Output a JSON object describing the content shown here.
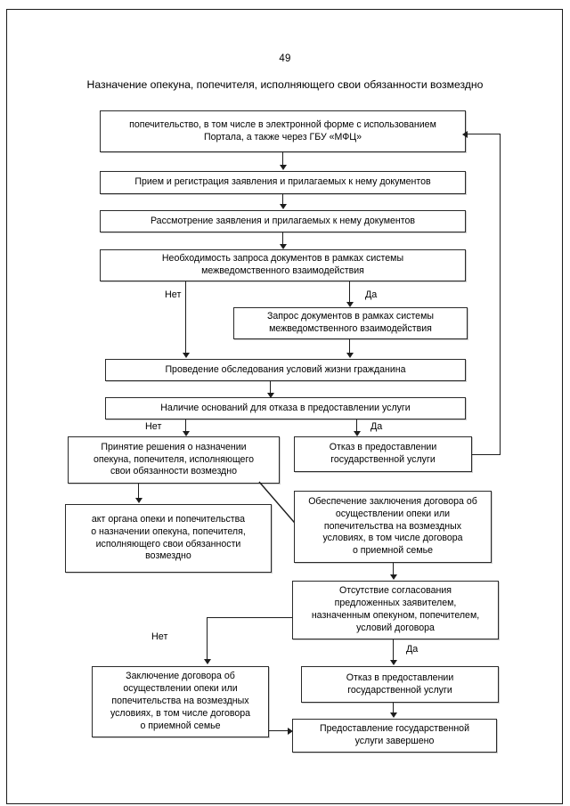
{
  "page": {
    "number": "49",
    "title": "Назначение опекуна, попечителя, исполняющего свои обязанности возмездно"
  },
  "chart_data": {
    "type": "flowchart",
    "title": "Назначение опекуна, попечителя, исполняющего свои обязанности возмездно",
    "nodes": [
      {
        "id": "n1",
        "label": "попечительство, в том числе в электронной форме с использованием Портала, а также через ГБУ «МФЦ»",
        "lines": [
          "попечительство, в том числе в электронной форме с использованием",
          "Портала, а также через ГБУ «МФЦ»"
        ]
      },
      {
        "id": "n2",
        "label": "Прием и регистрация заявления и прилагаемых к нему документов",
        "lines": [
          "Прием и регистрация заявления и прилагаемых к нему документов"
        ]
      },
      {
        "id": "n3",
        "label": "Рассмотрение заявления и прилагаемых к нему документов",
        "lines": [
          "Рассмотрение заявления и прилагаемых к нему документов"
        ]
      },
      {
        "id": "n4",
        "label": "Необходимость запроса документов в рамках системы межведомственного взаимодействия",
        "lines": [
          "Необходимость запроса документов в рамках системы",
          "межведомственного взаимодействия"
        ]
      },
      {
        "id": "n5",
        "label": "Запрос документов в рамках системы межведомственного взаимодействия",
        "lines": [
          "Запрос документов в рамках системы",
          "межведомственного взаимодействия"
        ]
      },
      {
        "id": "n6",
        "label": "Проведение обследования условий жизни гражданина",
        "lines": [
          "Проведение обследования условий жизни гражданина"
        ]
      },
      {
        "id": "n7",
        "label": "Наличие оснований для отказа в предоставлении услуги",
        "lines": [
          "Наличие оснований для отказа в предоставлении услуги"
        ]
      },
      {
        "id": "n8",
        "label": "Принятие решения о назначении опекуна, попечителя, исполняющего свои обязанности возмездно",
        "lines": [
          "Принятие решения о назначении",
          "опекуна, попечителя, исполняющего",
          "свои обязанности возмездно"
        ]
      },
      {
        "id": "n9",
        "label": "Отказ в предоставлении государственной услуги",
        "lines": [
          "Отказ в предоставлении",
          "государственной услуги"
        ]
      },
      {
        "id": "n10",
        "label": "акт органа опеки и попечительства о назначении опекуна, попечителя, исполняющего свои обязанности возмездно",
        "lines": [
          "акт органа опеки и попечительства",
          "о назначении опекуна, попечителя,",
          "исполняющего свои обязанности",
          "возмездно"
        ]
      },
      {
        "id": "n11",
        "label": "Обеспечение заключения договора об осуществлении опеки или попечительства на возмездных условиях, в том числе договора о приемной семье",
        "lines": [
          "Обеспечение заключения договора об",
          "осуществлении опеки или",
          "попечительства на возмездных",
          "условиях, в том числе договора",
          "о приемной семье"
        ]
      },
      {
        "id": "n12",
        "label": "Отсутствие согласования предложенных заявителем, назначенным опекуном, попечителем, условий договора",
        "lines": [
          "Отсутствие согласования",
          "предложенных заявителем,",
          "назначенным опекуном, попечителем,",
          "условий договора"
        ]
      },
      {
        "id": "n13",
        "label": "Заключение договора об осуществлении опеки или попечительства на возмездных условиях, в том числе договора о приемной семье",
        "lines": [
          "Заключение договора об",
          "осуществлении опеки или",
          "попечительства на возмездных",
          "условиях, в том числе договора",
          "о приемной семье"
        ]
      },
      {
        "id": "n14",
        "label": "Отказ в предоставлении государственной услуги",
        "lines": [
          "Отказ в предоставлении",
          "государственной услуги"
        ]
      },
      {
        "id": "n15",
        "label": "Предоставление государственной услуги завершено",
        "lines": [
          "Предоставление государственной",
          "услуги завершено"
        ]
      }
    ],
    "branch_labels": [
      {
        "id": "b1",
        "text": "Нет"
      },
      {
        "id": "b2",
        "text": "Да"
      },
      {
        "id": "b3",
        "text": "Нет"
      },
      {
        "id": "b4",
        "text": "Да"
      },
      {
        "id": "b5",
        "text": "Нет"
      },
      {
        "id": "b6",
        "text": "Да"
      }
    ],
    "edges": [
      {
        "from": "n1",
        "to": "n2",
        "label": ""
      },
      {
        "from": "n2",
        "to": "n3",
        "label": ""
      },
      {
        "from": "n3",
        "to": "n4",
        "label": ""
      },
      {
        "from": "n4",
        "to": "n5",
        "label": "Да"
      },
      {
        "from": "n4",
        "to": "n6",
        "label": "Нет"
      },
      {
        "from": "n5",
        "to": "n6",
        "label": ""
      },
      {
        "from": "n6",
        "to": "n7",
        "label": ""
      },
      {
        "from": "n7",
        "to": "n8",
        "label": "Нет"
      },
      {
        "from": "n7",
        "to": "n9",
        "label": "Да"
      },
      {
        "from": "n8",
        "to": "n10",
        "label": ""
      },
      {
        "from": "n8",
        "to": "n11",
        "label": ""
      },
      {
        "from": "n9",
        "to": "n1",
        "label": ""
      },
      {
        "from": "n11",
        "to": "n12",
        "label": ""
      },
      {
        "from": "n12",
        "to": "n13",
        "label": "Нет"
      },
      {
        "from": "n12",
        "to": "n14",
        "label": "Да"
      },
      {
        "from": "n13",
        "to": "n15",
        "label": ""
      },
      {
        "from": "n14",
        "to": "n15",
        "label": ""
      }
    ],
    "colors": {
      "line": "#1d1d1d",
      "box_border": "#2a2a2a",
      "background": "#ffffff"
    }
  }
}
